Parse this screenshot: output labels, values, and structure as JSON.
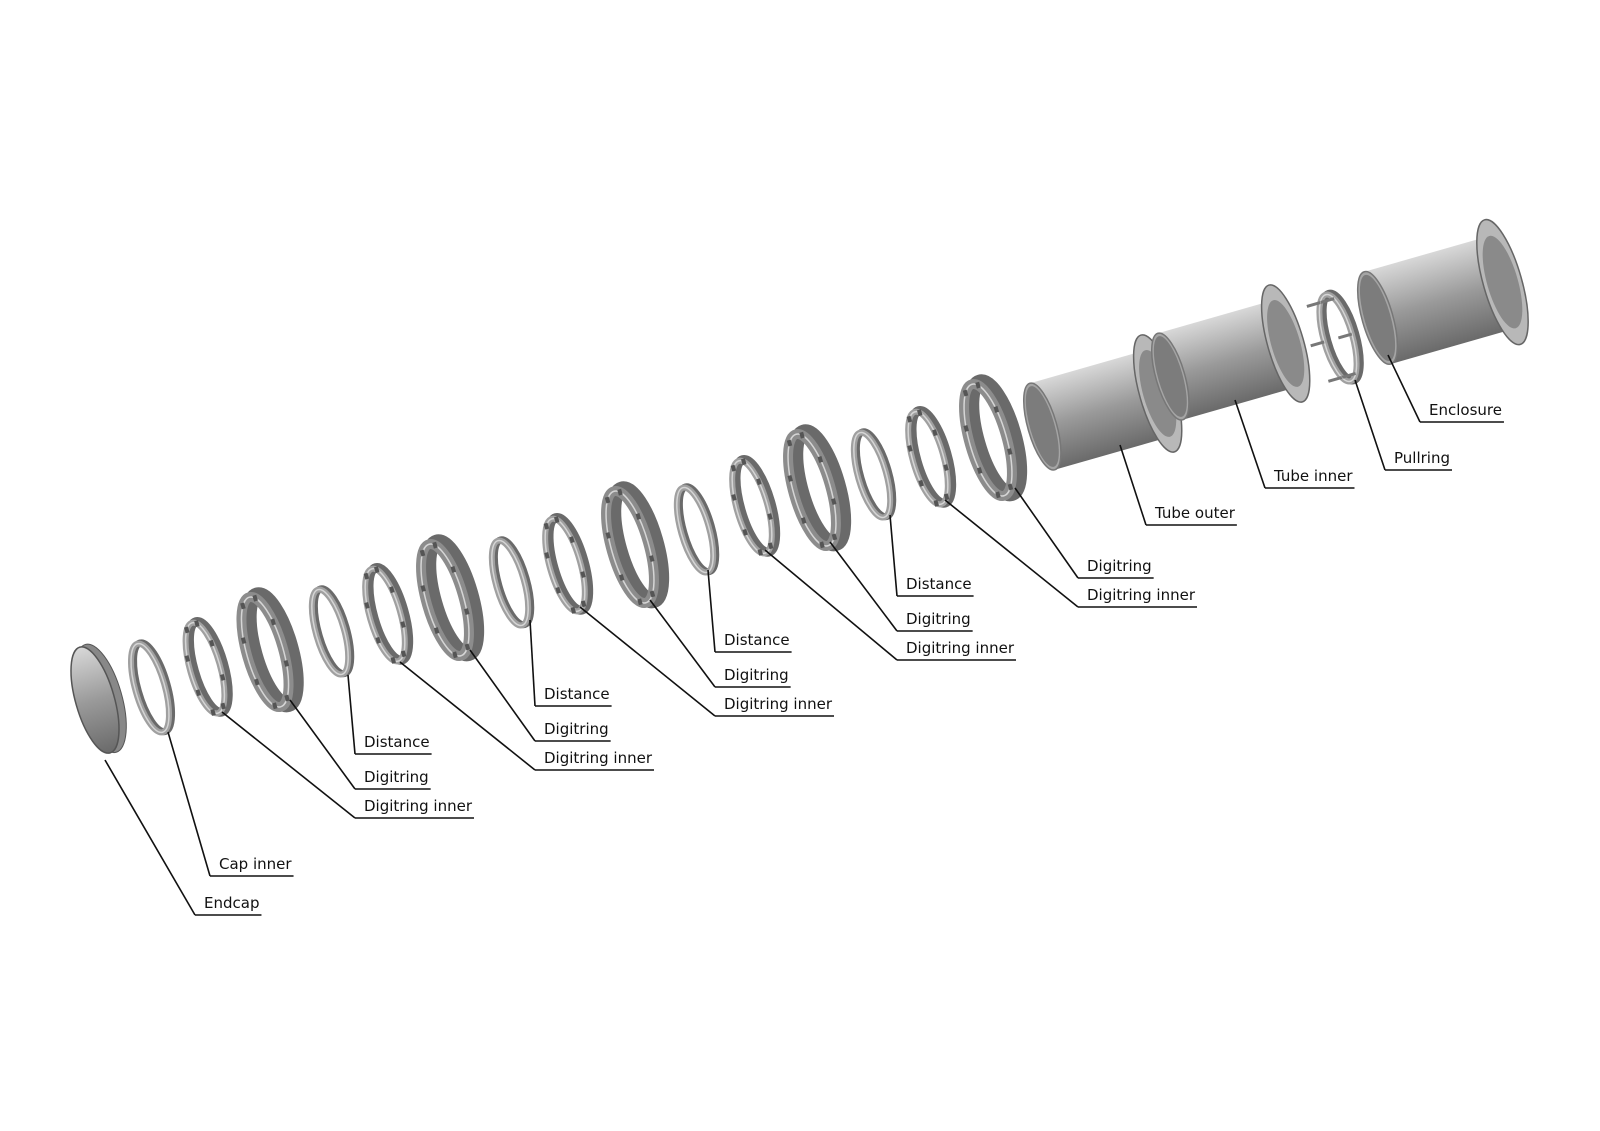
{
  "diagram": {
    "type": "exploded-assembly-view",
    "labels": [
      "Endcap",
      "Cap inner",
      "Digitring inner",
      "Digitring",
      "Distance",
      "Digitring inner",
      "Digitring",
      "Distance",
      "Digitring inner",
      "Digitring",
      "Distance",
      "Digitring inner",
      "Digitring",
      "Distance",
      "Digitring inner",
      "Digitring",
      "Tube outer",
      "Tube inner",
      "Pullring",
      "Enclosure"
    ],
    "colors": {
      "part": "#9a9a9a",
      "part_dark": "#6e6e6e",
      "part_light": "#d0d0d0",
      "line": "#111111"
    }
  }
}
